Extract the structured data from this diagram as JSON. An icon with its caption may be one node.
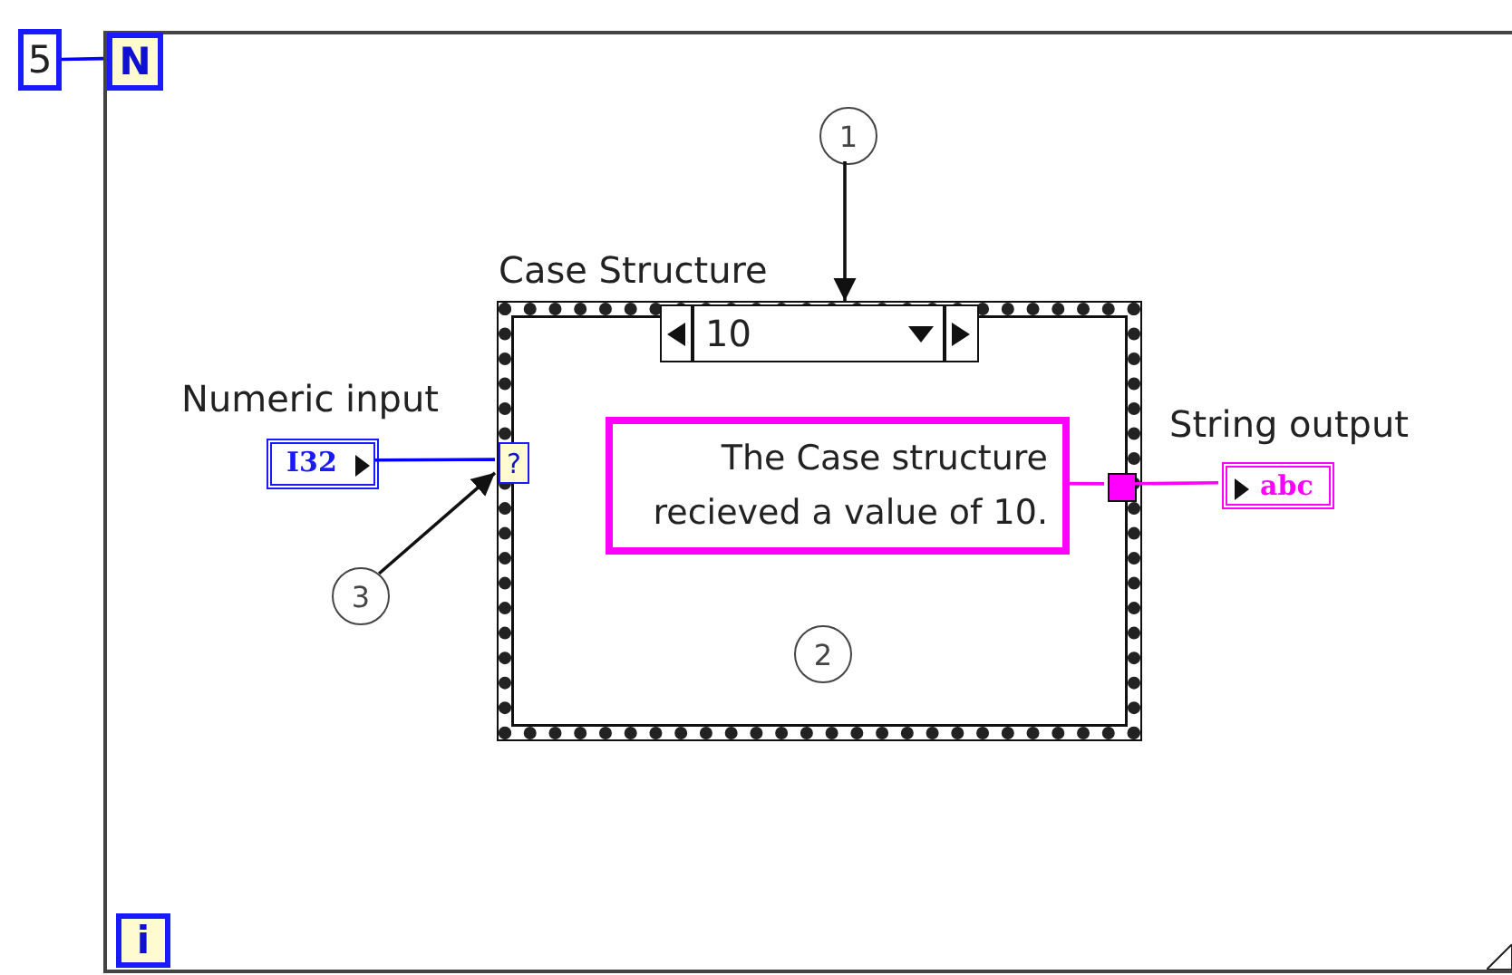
{
  "diagram": {
    "nodes": [
      {
        "text": [
          "5"
        ]
      },
      {
        "text": [],
        "shape": "box"
      },
      {
        "text": [
          "N"
        ],
        "in": 1
      },
      {
        "text": [
          "i"
        ],
        "in": 1
      },
      {
        "text": [
          "Case Structure"
        ],
        "in": 1
      },
      {
        "text": [
          "10"
        ],
        "in": 4
      },
      {
        "text": [
          "Numeric input",
          "I32"
        ],
        "in": 1
      },
      {
        "text": [
          "?"
        ],
        "in": 4
      },
      {
        "text": [
          "The Case structure recieved a value of 10."
        ],
        "in": 4
      },
      {
        "text": [],
        "shape": "box",
        "in": 4
      },
      {
        "text": [
          "String output",
          "abc"
        ],
        "in": 1
      },
      {
        "text": [
          "1"
        ],
        "in": 1
      },
      {
        "text": [
          "2"
        ],
        "in": 4
      },
      {
        "text": [
          "3"
        ],
        "in": 1
      }
    ],
    "edges": [
      {
        "from": 0,
        "to": 2,
        "arrow": "none",
        "color": "#0000ff"
      },
      {
        "from": 6,
        "to": 7,
        "arrow": "none",
        "color": "#0000ff"
      },
      {
        "from": 8,
        "to": 9,
        "arrow": "none",
        "color": "#ff00ff"
      },
      {
        "from": 9,
        "to": 10,
        "arrow": "none",
        "color": "#ff00ff"
      },
      {
        "from": 11,
        "to": 5,
        "arrow": "to",
        "color": "#111111"
      },
      {
        "from": 13,
        "to": 7,
        "arrow": "to",
        "color": "#111111"
      }
    ]
  }
}
